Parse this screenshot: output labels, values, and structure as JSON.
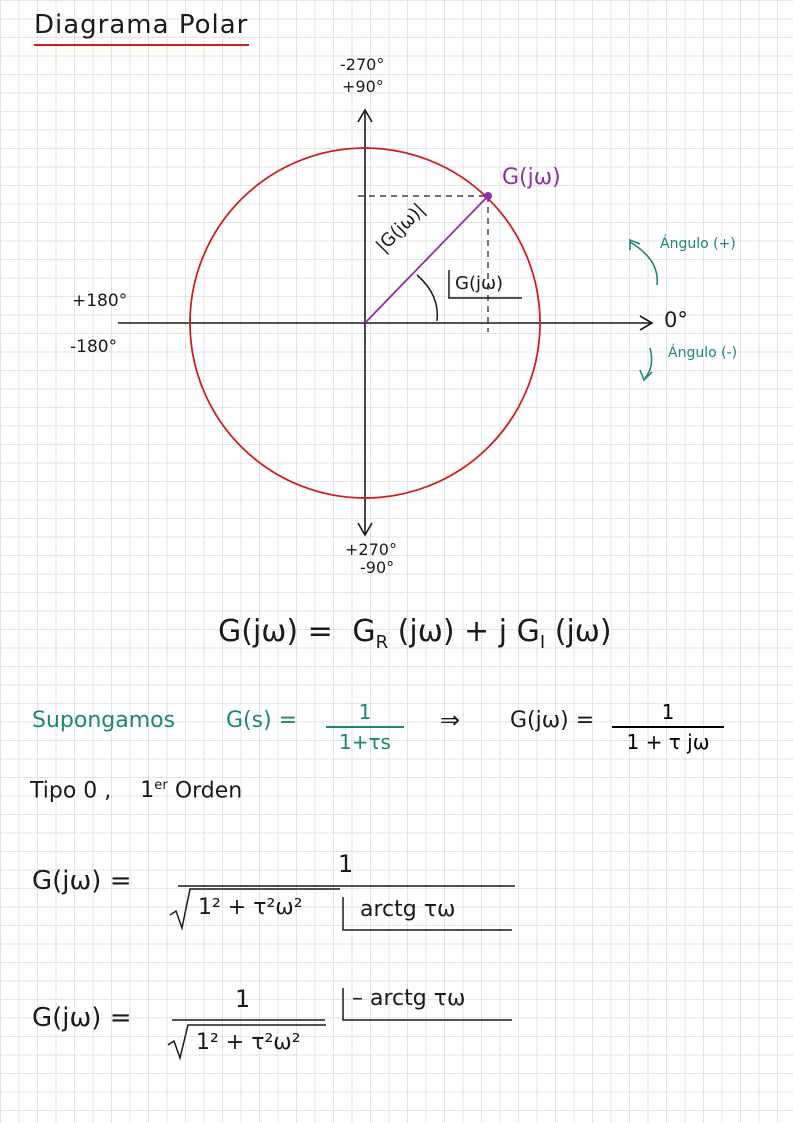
{
  "title": "Diagrama Polar",
  "diagram": {
    "axis_top": [
      "-270°",
      "+90°"
    ],
    "axis_bottom": [
      "+270°",
      "-90°"
    ],
    "axis_left": [
      "+180°",
      "-180°"
    ],
    "axis_right": "0°",
    "point_label": "G(jω)",
    "magnitude_label": "|G(jω)|",
    "angle_label": "G(jω)",
    "angle_pos": "Ángulo (+)",
    "angle_neg": "Ángulo (-)",
    "colors": {
      "circle": "#cc1f1f",
      "vector": "#8e2fa8",
      "annotation": "#1e8a63",
      "ink": "#1a1a1a"
    }
  },
  "eq1": {
    "lhs": "G(jω) =",
    "gr": "G",
    "gr_sub": "R",
    "mid": "(jω) + j",
    "gi": "G",
    "gi_sub": "I",
    "end": "(jω)"
  },
  "eq2": {
    "intro": "Supongamos",
    "lhs": "G(s) =",
    "num": "1",
    "den": "1+τs",
    "arrow": "⇒",
    "rhs": "G(jω) =",
    "rnum": "1",
    "rden": "1 + τ jω"
  },
  "type_note": {
    "tipo": "Tipo 0 ,",
    "order_num": "1",
    "order_sup": "er",
    "order_word": "Orden"
  },
  "eq3": {
    "lhs": "G(jω) =",
    "num": "1",
    "rad": "1² + τ²ω²",
    "angle": "arctg τω"
  },
  "eq4": {
    "lhs": "G(jω) =",
    "num": "1",
    "rad": "1² + τ²ω²",
    "angle": "– arctg τω"
  }
}
